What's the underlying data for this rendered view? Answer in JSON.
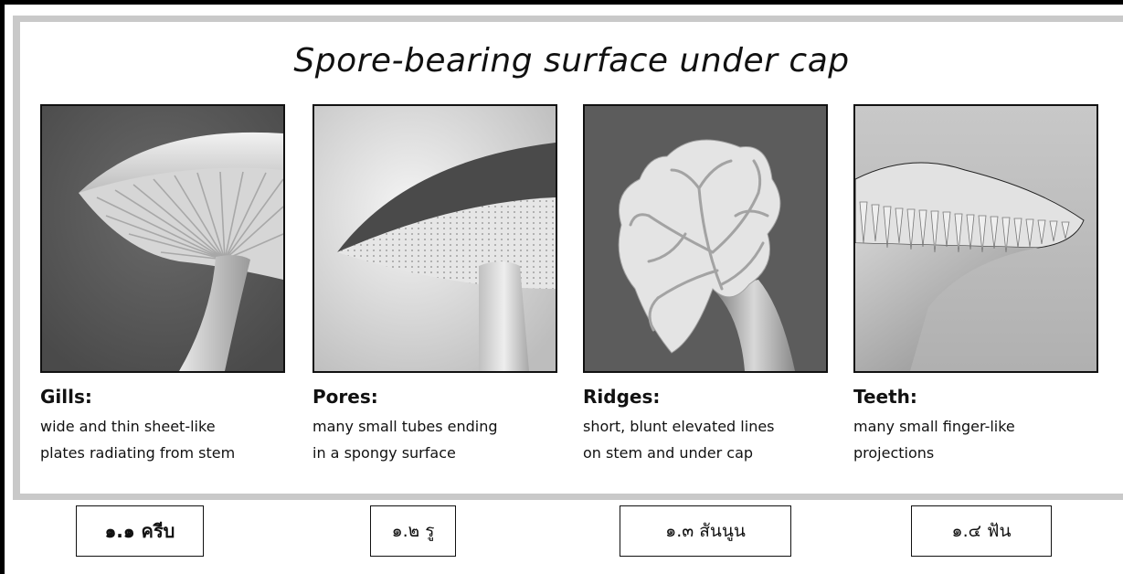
{
  "title": "Spore-bearing surface under cap",
  "cards": [
    {
      "name": "Gills:",
      "line1": "wide and thin sheet-like",
      "line2": "plates radiating from stem",
      "thai_label": "๑.๑ ครีบ",
      "icon": "gills-mushroom-image"
    },
    {
      "name": "Pores:",
      "line1": "many small tubes ending",
      "line2": "in a spongy surface",
      "thai_label": "๑.๒ รู",
      "icon": "pores-mushroom-image"
    },
    {
      "name": "Ridges:",
      "line1": "short, blunt elevated lines",
      "line2": "on stem and under cap",
      "thai_label": "๑.๓ สันนูน",
      "icon": "ridges-mushroom-image"
    },
    {
      "name": "Teeth:",
      "line1": "many small finger-like",
      "line2": "projections",
      "thai_label": "๑.๔ ฟัน",
      "icon": "teeth-mushroom-image"
    }
  ],
  "colors": {
    "background": "#ffffff",
    "panel_border": "#c9c9c9",
    "dark_image_bg": "#5a5a5a",
    "light_image_bg": "#d9d9d9"
  }
}
